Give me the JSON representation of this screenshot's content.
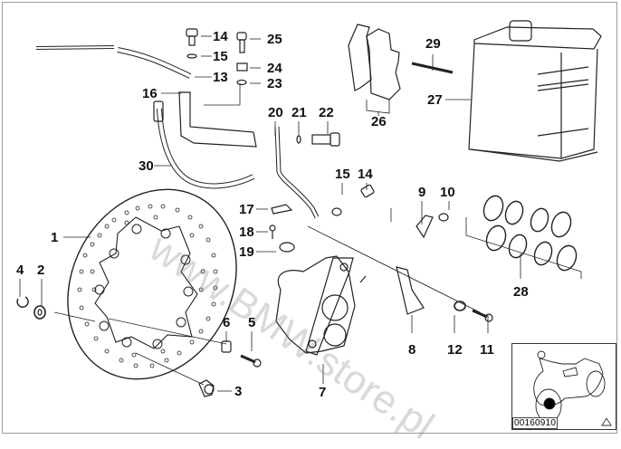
{
  "diagram": {
    "title": "Front brake parts diagram",
    "drawing_number": "00160910",
    "watermark": "www.BMW.store.pl",
    "callouts": [
      {
        "n": "1",
        "part": "brake disc"
      },
      {
        "n": "2",
        "part": "washer"
      },
      {
        "n": "3",
        "part": "bushing"
      },
      {
        "n": "4",
        "part": "circlip"
      },
      {
        "n": "5",
        "part": "screw"
      },
      {
        "n": "6",
        "part": "spacer"
      },
      {
        "n": "7",
        "part": "brake caliper"
      },
      {
        "n": "8",
        "part": "bracket"
      },
      {
        "n": "9",
        "part": "bleeder valve"
      },
      {
        "n": "10",
        "part": "cap"
      },
      {
        "n": "11",
        "part": "bolt"
      },
      {
        "n": "12",
        "part": "washer"
      },
      {
        "n": "13",
        "part": "brake hose"
      },
      {
        "n": "14",
        "part": "hollow bolt"
      },
      {
        "n": "15",
        "part": "gasket"
      },
      {
        "n": "16",
        "part": "line guide"
      },
      {
        "n": "17",
        "part": "clamp"
      },
      {
        "n": "18",
        "part": "screw"
      },
      {
        "n": "19",
        "part": "grommet"
      },
      {
        "n": "20",
        "part": "brake line"
      },
      {
        "n": "21",
        "part": "gasket"
      },
      {
        "n": "22",
        "part": "hollow bolt"
      },
      {
        "n": "23",
        "part": "washer"
      },
      {
        "n": "24",
        "part": "nut"
      },
      {
        "n": "25",
        "part": "screw"
      },
      {
        "n": "26",
        "part": "brake pads"
      },
      {
        "n": "27",
        "part": "brake fluid can"
      },
      {
        "n": "28",
        "part": "repair kit seals"
      },
      {
        "n": "29",
        "part": "pin"
      },
      {
        "n": "30",
        "part": "brake hose"
      }
    ]
  },
  "labels": {
    "l1": "1",
    "l2": "2",
    "l3": "3",
    "l4": "4",
    "l5": "5",
    "l6": "6",
    "l7": "7",
    "l8": "8",
    "l9": "9",
    "l10": "10",
    "l11": "11",
    "l12": "12",
    "l13": "13",
    "l14a": "14",
    "l14b": "14",
    "l15a": "15",
    "l15b": "15",
    "l16": "16",
    "l17": "17",
    "l18": "18",
    "l19": "19",
    "l20": "20",
    "l21": "21",
    "l22": "22",
    "l23": "23",
    "l24": "24",
    "l25": "25",
    "l26": "26",
    "l27": "27",
    "l28": "28",
    "l29": "29",
    "l30": "30"
  }
}
